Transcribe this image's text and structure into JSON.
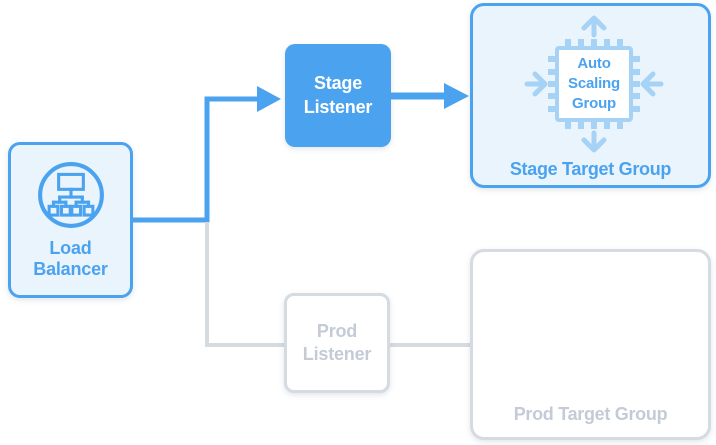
{
  "diagram": {
    "nodes": {
      "load_balancer": {
        "label": "Load Balancer",
        "icon": "load-balancer-network-icon"
      },
      "stage_listener": {
        "label": "Stage Listener"
      },
      "prod_listener": {
        "label": "Prod Listener"
      },
      "stage_target_group": {
        "label": "Stage Target Group",
        "chip_label": "Auto Scaling Group",
        "icon": "auto-scaling-chip-icon"
      },
      "prod_target_group": {
        "label": "Prod Target Group"
      }
    },
    "edges": [
      {
        "from": "load-balancer",
        "to": "stage-listener",
        "state": "active"
      },
      {
        "from": "load-balancer",
        "to": "prod-listener",
        "state": "inactive"
      },
      {
        "from": "stage-listener",
        "to": "stage-target-group",
        "state": "active"
      },
      {
        "from": "prod-listener",
        "to": "prod-target-group",
        "state": "inactive"
      }
    ],
    "colors": {
      "accent_blue": "#4BA3EF",
      "light_blue_bg": "#EAF4FD",
      "pale_blue": "#A6D2F5",
      "gray_border": "#D6DAE1",
      "gray_text": "#C5CBD6"
    }
  }
}
